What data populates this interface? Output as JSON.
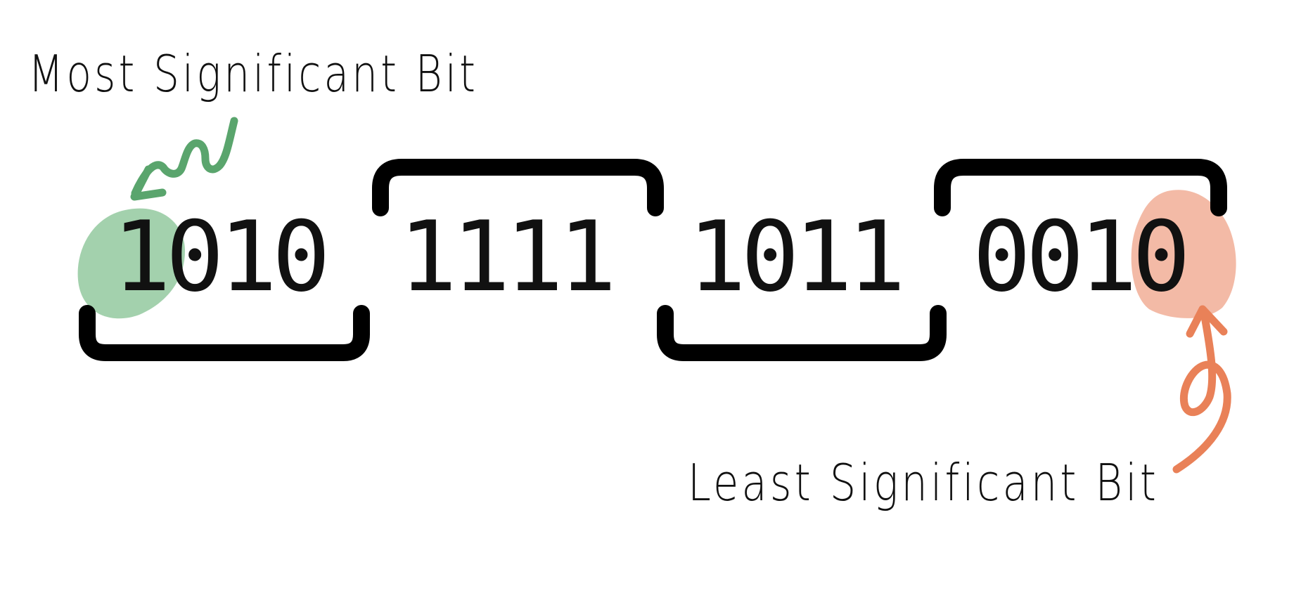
{
  "annotations": {
    "msb_label": "Most Significant Bit",
    "lsb_label": "Least Significant Bit"
  },
  "nibbles": [
    {
      "bits": "1010"
    },
    {
      "bits": "1111"
    },
    {
      "bits": "1011"
    },
    {
      "bits": "0010"
    }
  ],
  "colors": {
    "msb_highlight": "#7fbf8e",
    "msb_arrow": "#5aa56d",
    "lsb_highlight": "#ef9f84",
    "lsb_arrow": "#e98158",
    "bracket": "#000000",
    "text": "#111111"
  }
}
